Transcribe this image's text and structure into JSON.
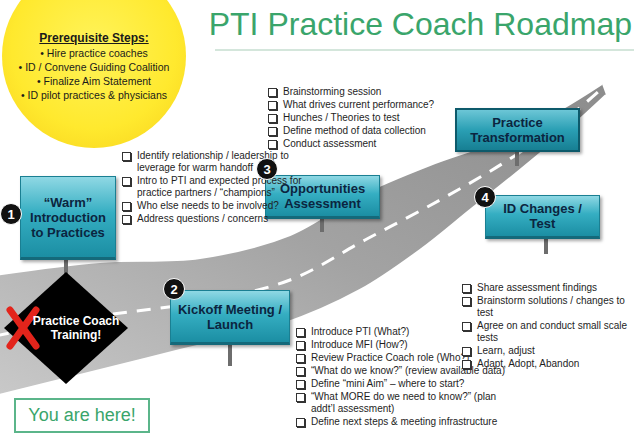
{
  "diagram": {
    "title": "PTI Practice Coach Roadmap",
    "nodes": [
      {
        "text": [
          "Prerequisite Steps:",
          "• Hire practice coaches",
          "• ID / Convene Guiding Coalition",
          "• Finalize Aim Statement",
          "• ID pilot practices & physicians"
        ]
      },
      {
        "text": [
          "1"
        ]
      },
      {
        "text": [
          "“Warm” Introduction to Practices"
        ]
      },
      {
        "text": [
          "Practice Coach Training!"
        ]
      },
      {
        "text": [
          "2"
        ]
      },
      {
        "text": [
          "Kickoff Meeting / Launch"
        ]
      },
      {
        "text": [
          "3"
        ]
      },
      {
        "text": [
          "Opportunities Assessment"
        ]
      },
      {
        "text": [
          "Practice Transformation"
        ]
      },
      {
        "text": [
          "4"
        ]
      },
      {
        "text": [
          "ID Changes / Test"
        ]
      },
      {
        "text": [
          "You are here!"
        ]
      }
    ],
    "labels": [
      "Identify relationship / leadership to leverage for warm handoff",
      "Intro to PTI and expected process for practice partners / “champions”",
      "Who else needs to be involved?",
      "Address questions / concerns",
      "Introduce PTI (What?)",
      "Introduce MFI (How?)",
      "Review Practice Coach role (Who?)",
      "“What do we know?” (review available data)",
      "Define “mini Aim” – where to start?",
      "“What MORE do we need to know?” (plan addt’l assessment)",
      "Define next steps & meeting infrastructure",
      "Brainstorming session",
      "What drives current performance?",
      "Hunches / Theories to test",
      "Define method of data collection",
      "Conduct assessment",
      "Share assessment findings",
      "Brainstorm solutions / changes to test",
      "Agree on and conduct small scale tests",
      "Learn, adjust",
      "Adapt, Adopt, Abandon"
    ]
  }
}
